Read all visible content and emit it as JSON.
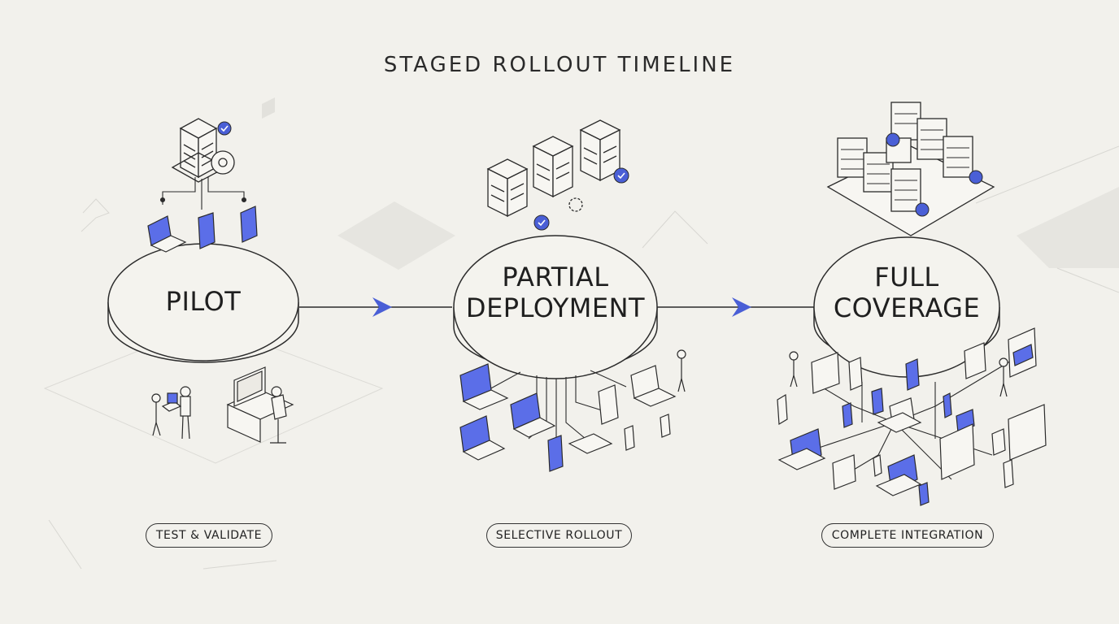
{
  "title": "STAGED ROLLOUT TIMELINE",
  "stages": [
    {
      "name_lines": [
        "PILOT"
      ],
      "badge": "TEST & VALIDATE"
    },
    {
      "name_lines": [
        "PARTIAL",
        "DEPLOYMENT"
      ],
      "badge": "SELECTIVE ROLLOUT"
    },
    {
      "name_lines": [
        "FULL",
        "COVERAGE"
      ],
      "badge": "COMPLETE INTEGRATION"
    }
  ],
  "colors": {
    "background": "#f2f1ec",
    "line": "#2b2b2b",
    "accent": "#4a5fd6",
    "screen": "#5b6ee8"
  }
}
